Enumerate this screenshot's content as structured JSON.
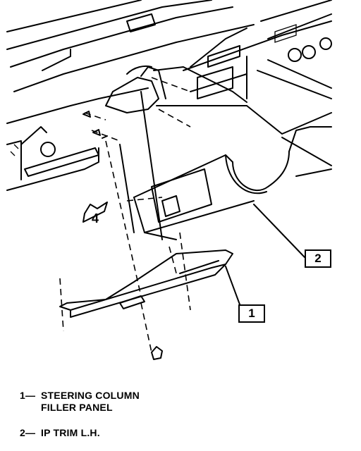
{
  "callouts": {
    "panel": "1",
    "trim": "2",
    "view": "4"
  },
  "legend": [
    {
      "num": "1—",
      "line1": "STEERING COLUMN",
      "line2": "FILLER PANEL"
    },
    {
      "num": "2—",
      "line1": "IP TRIM L.H.",
      "line2": ""
    }
  ]
}
